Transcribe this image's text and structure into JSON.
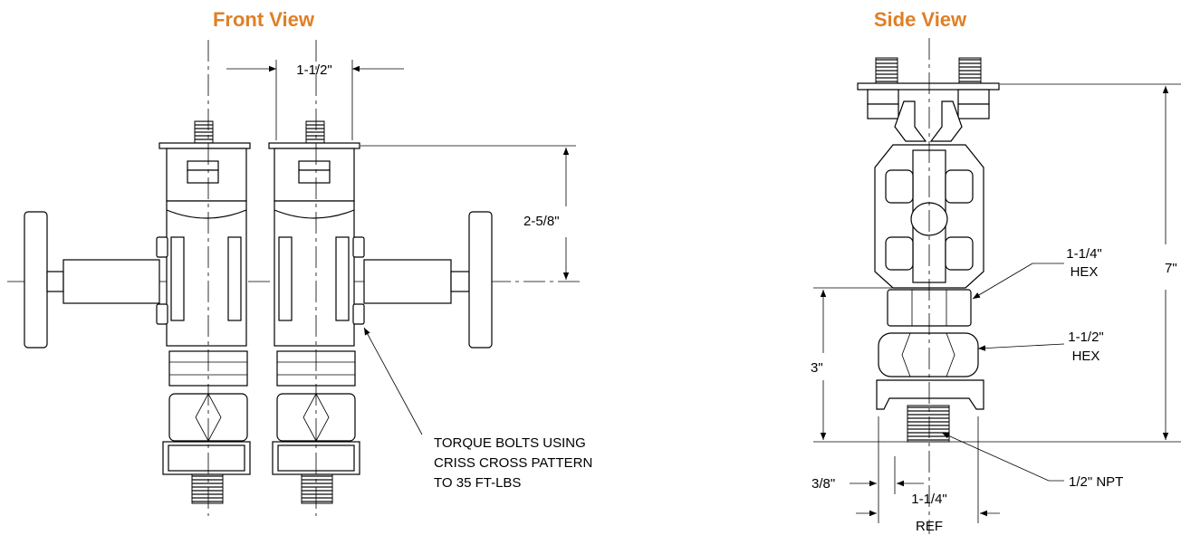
{
  "titles": {
    "front": "Front View",
    "side": "Side View",
    "color": "#e07f24"
  },
  "front_dims": {
    "width": "1-1/2\"",
    "height": "2-5/8\""
  },
  "note": {
    "line1": "TORQUE BOLTS USING",
    "line2": "CRISS CROSS PATTERN",
    "line3": "TO 35 FT-LBS"
  },
  "side_dims": {
    "overall": "7\"",
    "lower": "3\"",
    "hex_upper_size": "1-1/4\"",
    "hex_upper_label": "HEX",
    "hex_lower_size": "1-1/2\"",
    "hex_lower_label": "HEX",
    "npt": "1/2\" NPT",
    "offset": "3/8\"",
    "ref_size": "1-1/4\"",
    "ref_label": "REF"
  }
}
